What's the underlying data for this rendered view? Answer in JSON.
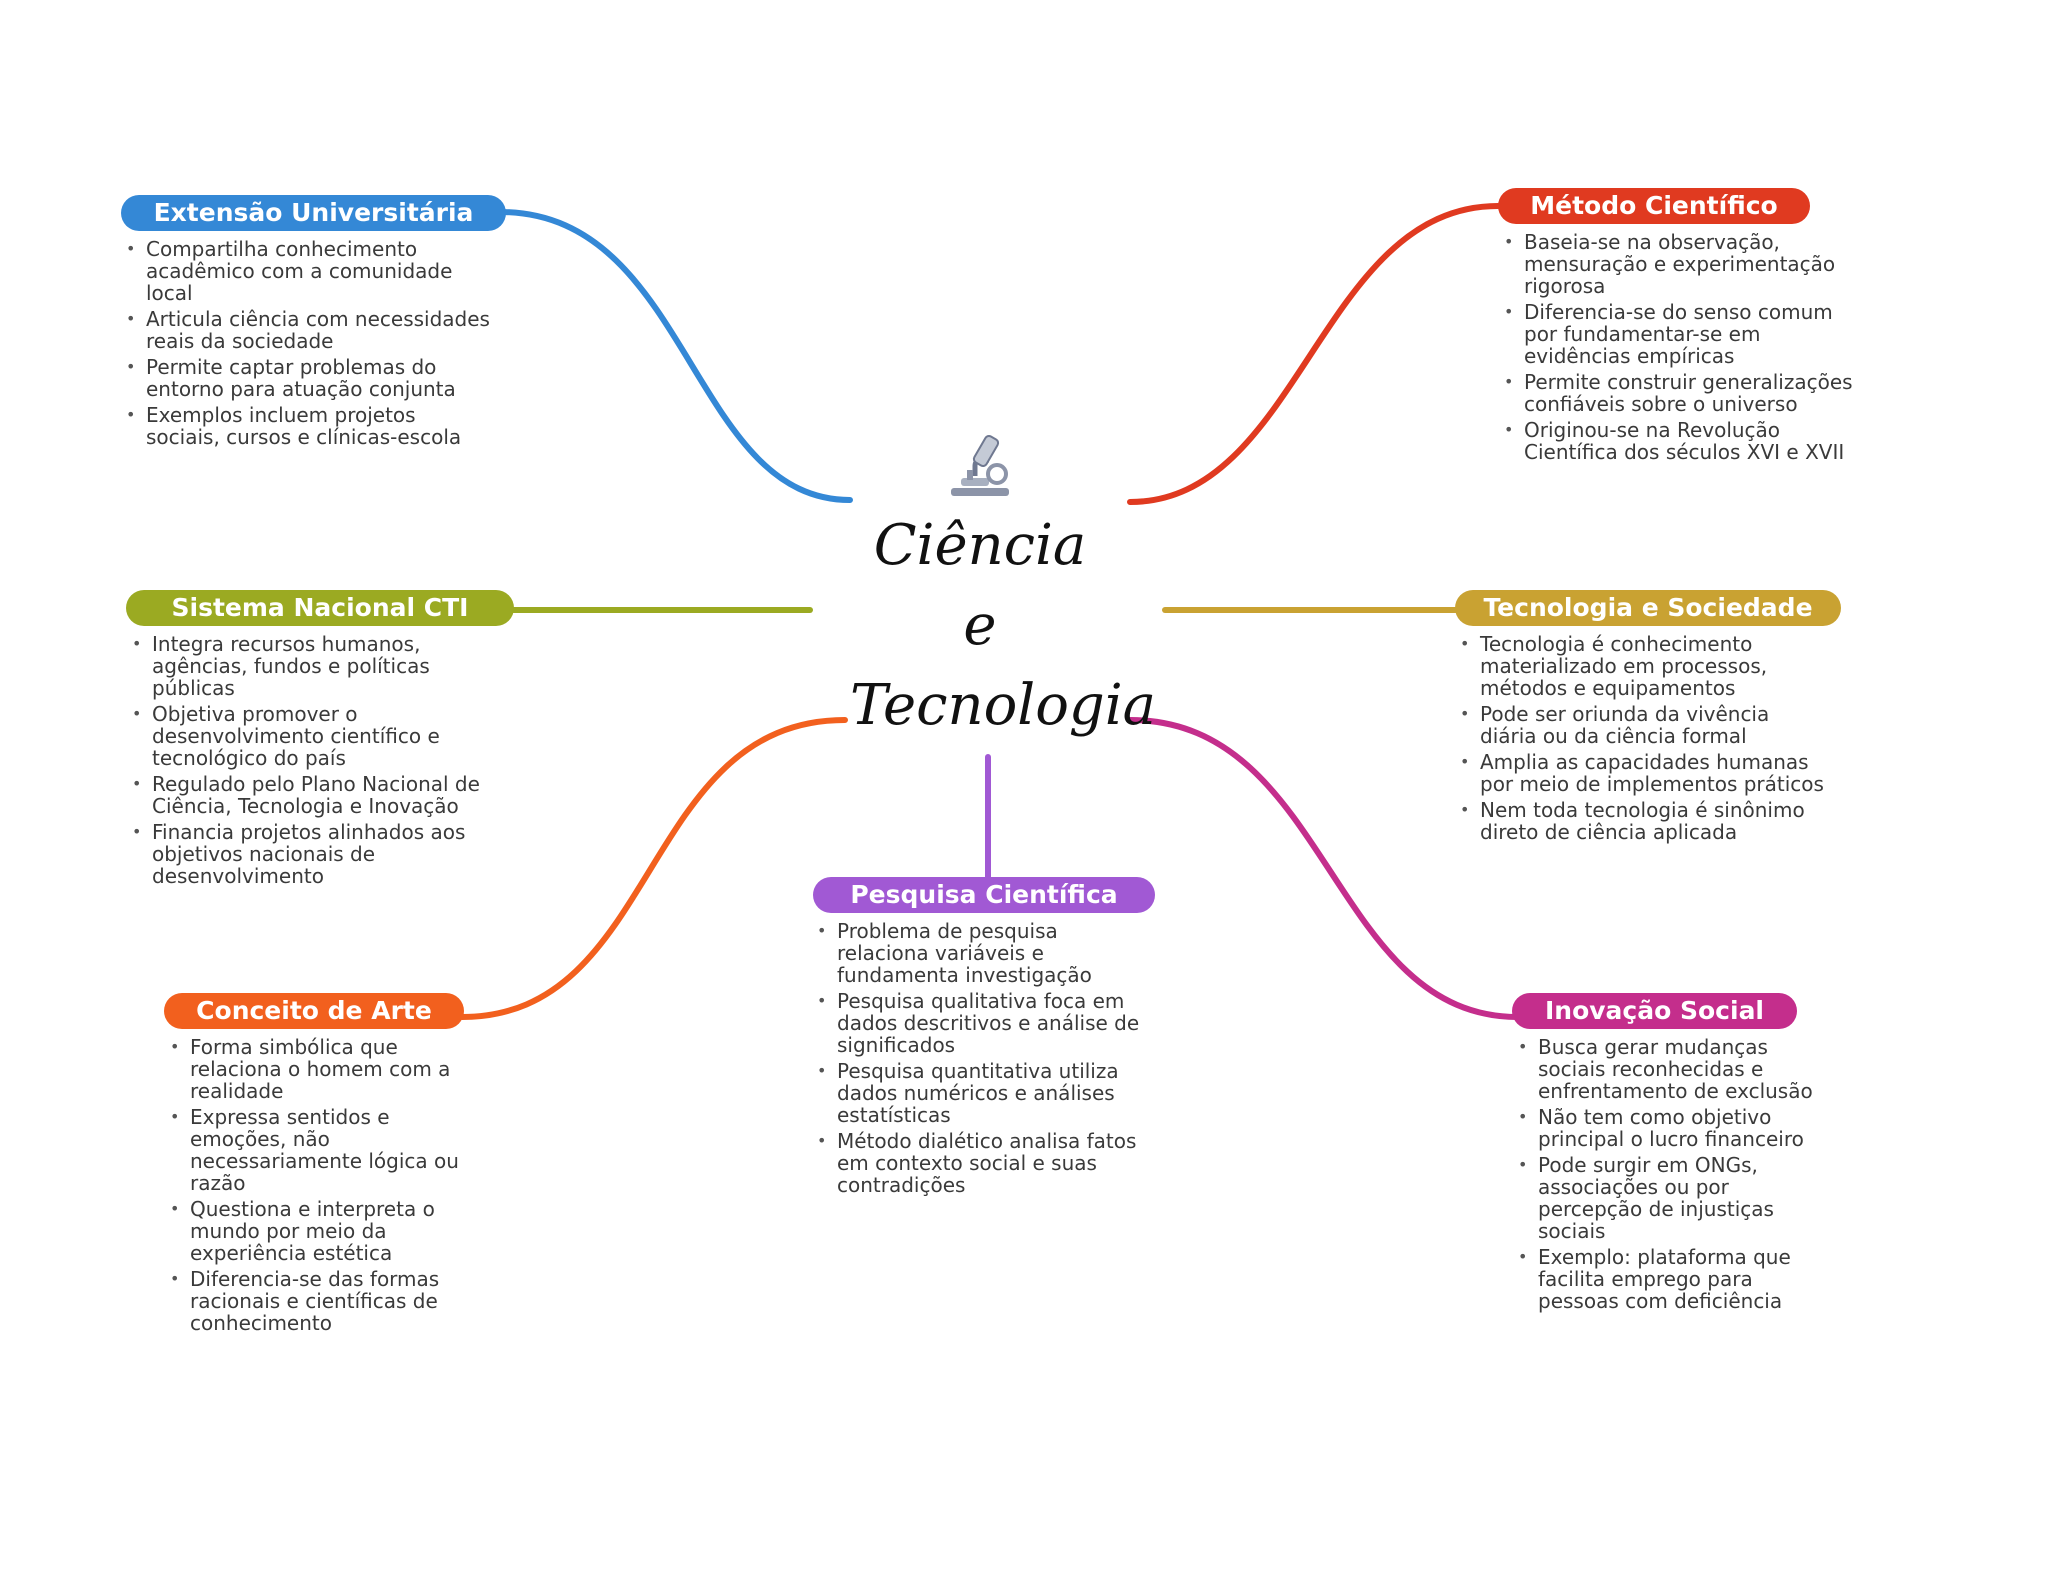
{
  "center": {
    "title_lines": [
      "Ciência",
      "e",
      "Tecnologia"
    ],
    "icon": "microscope-icon"
  },
  "branches": [
    {
      "title": "Extensão Universitária",
      "color": "#3488D6",
      "items": [
        "Compartilha conhecimento acadêmico com a comunidade local",
        "Articula ciência com necessidades reais da sociedade",
        "Permite captar problemas do entorno para atuação conjunta",
        "Exemplos incluem projetos sociais, cursos e clínicas-escola"
      ]
    },
    {
      "title": "Método Científico",
      "color": "#E03A20",
      "items": [
        "Baseia-se na observação, mensuração e experimentação rigorosa",
        "Diferencia-se do senso comum por fundamentar-se em evidências empíricas",
        "Permite construir generalizações confiáveis sobre o universo",
        "Originou-se na Revolução Científica dos séculos XVI e XVII"
      ]
    },
    {
      "title": "Sistema Nacional CTI",
      "color": "#9BAA22",
      "items": [
        "Integra recursos humanos, agências, fundos e políticas públicas",
        "Objetiva promover o desenvolvimento científico e tecnológico do país",
        "Regulado pelo Plano Nacional de Ciência, Tecnologia e Inovação",
        "Financia projetos alinhados aos objetivos nacionais de desenvolvimento"
      ]
    },
    {
      "title": "Tecnologia e Sociedade",
      "color": "#C9A232",
      "items": [
        "Tecnologia é conhecimento materializado em processos, métodos e equipamentos",
        "Pode ser oriunda da vivência diária ou da ciência formal",
        "Amplia as capacidades humanas por meio de implementos práticos",
        "Nem toda tecnologia é sinônimo direto de ciência aplicada"
      ]
    },
    {
      "title": "Pesquisa Científica",
      "color": "#A159D4",
      "items": [
        "Problema de pesquisa relaciona variáveis e fundamenta investigação",
        "Pesquisa qualitativa foca em dados descritivos e análise de significados",
        "Pesquisa quantitativa utiliza dados numéricos e análises estatísticas",
        "Método dialético analisa fatos em contexto social e suas contradições"
      ]
    },
    {
      "title": "Conceito de Arte",
      "color": "#F2601E",
      "items": [
        "Forma simbólica que relaciona o homem com a realidade",
        "Expressa sentidos e emoções, não necessariamente lógica ou razão",
        "Questiona e interpreta o mundo por meio da experiência estética",
        "Diferencia-se das formas racionais e científicas de conhecimento"
      ]
    },
    {
      "title": "Inovação Social",
      "color": "#C42E8C",
      "items": [
        "Busca gerar mudanças sociais reconhecidas e enfrentamento de exclusão",
        "Não tem como objetivo principal o lucro financeiro",
        "Pode surgir em ONGs, associações ou por percepção de injustiças sociais",
        "Exemplo: plataforma que facilita emprego para pessoas com deficiência"
      ]
    }
  ]
}
